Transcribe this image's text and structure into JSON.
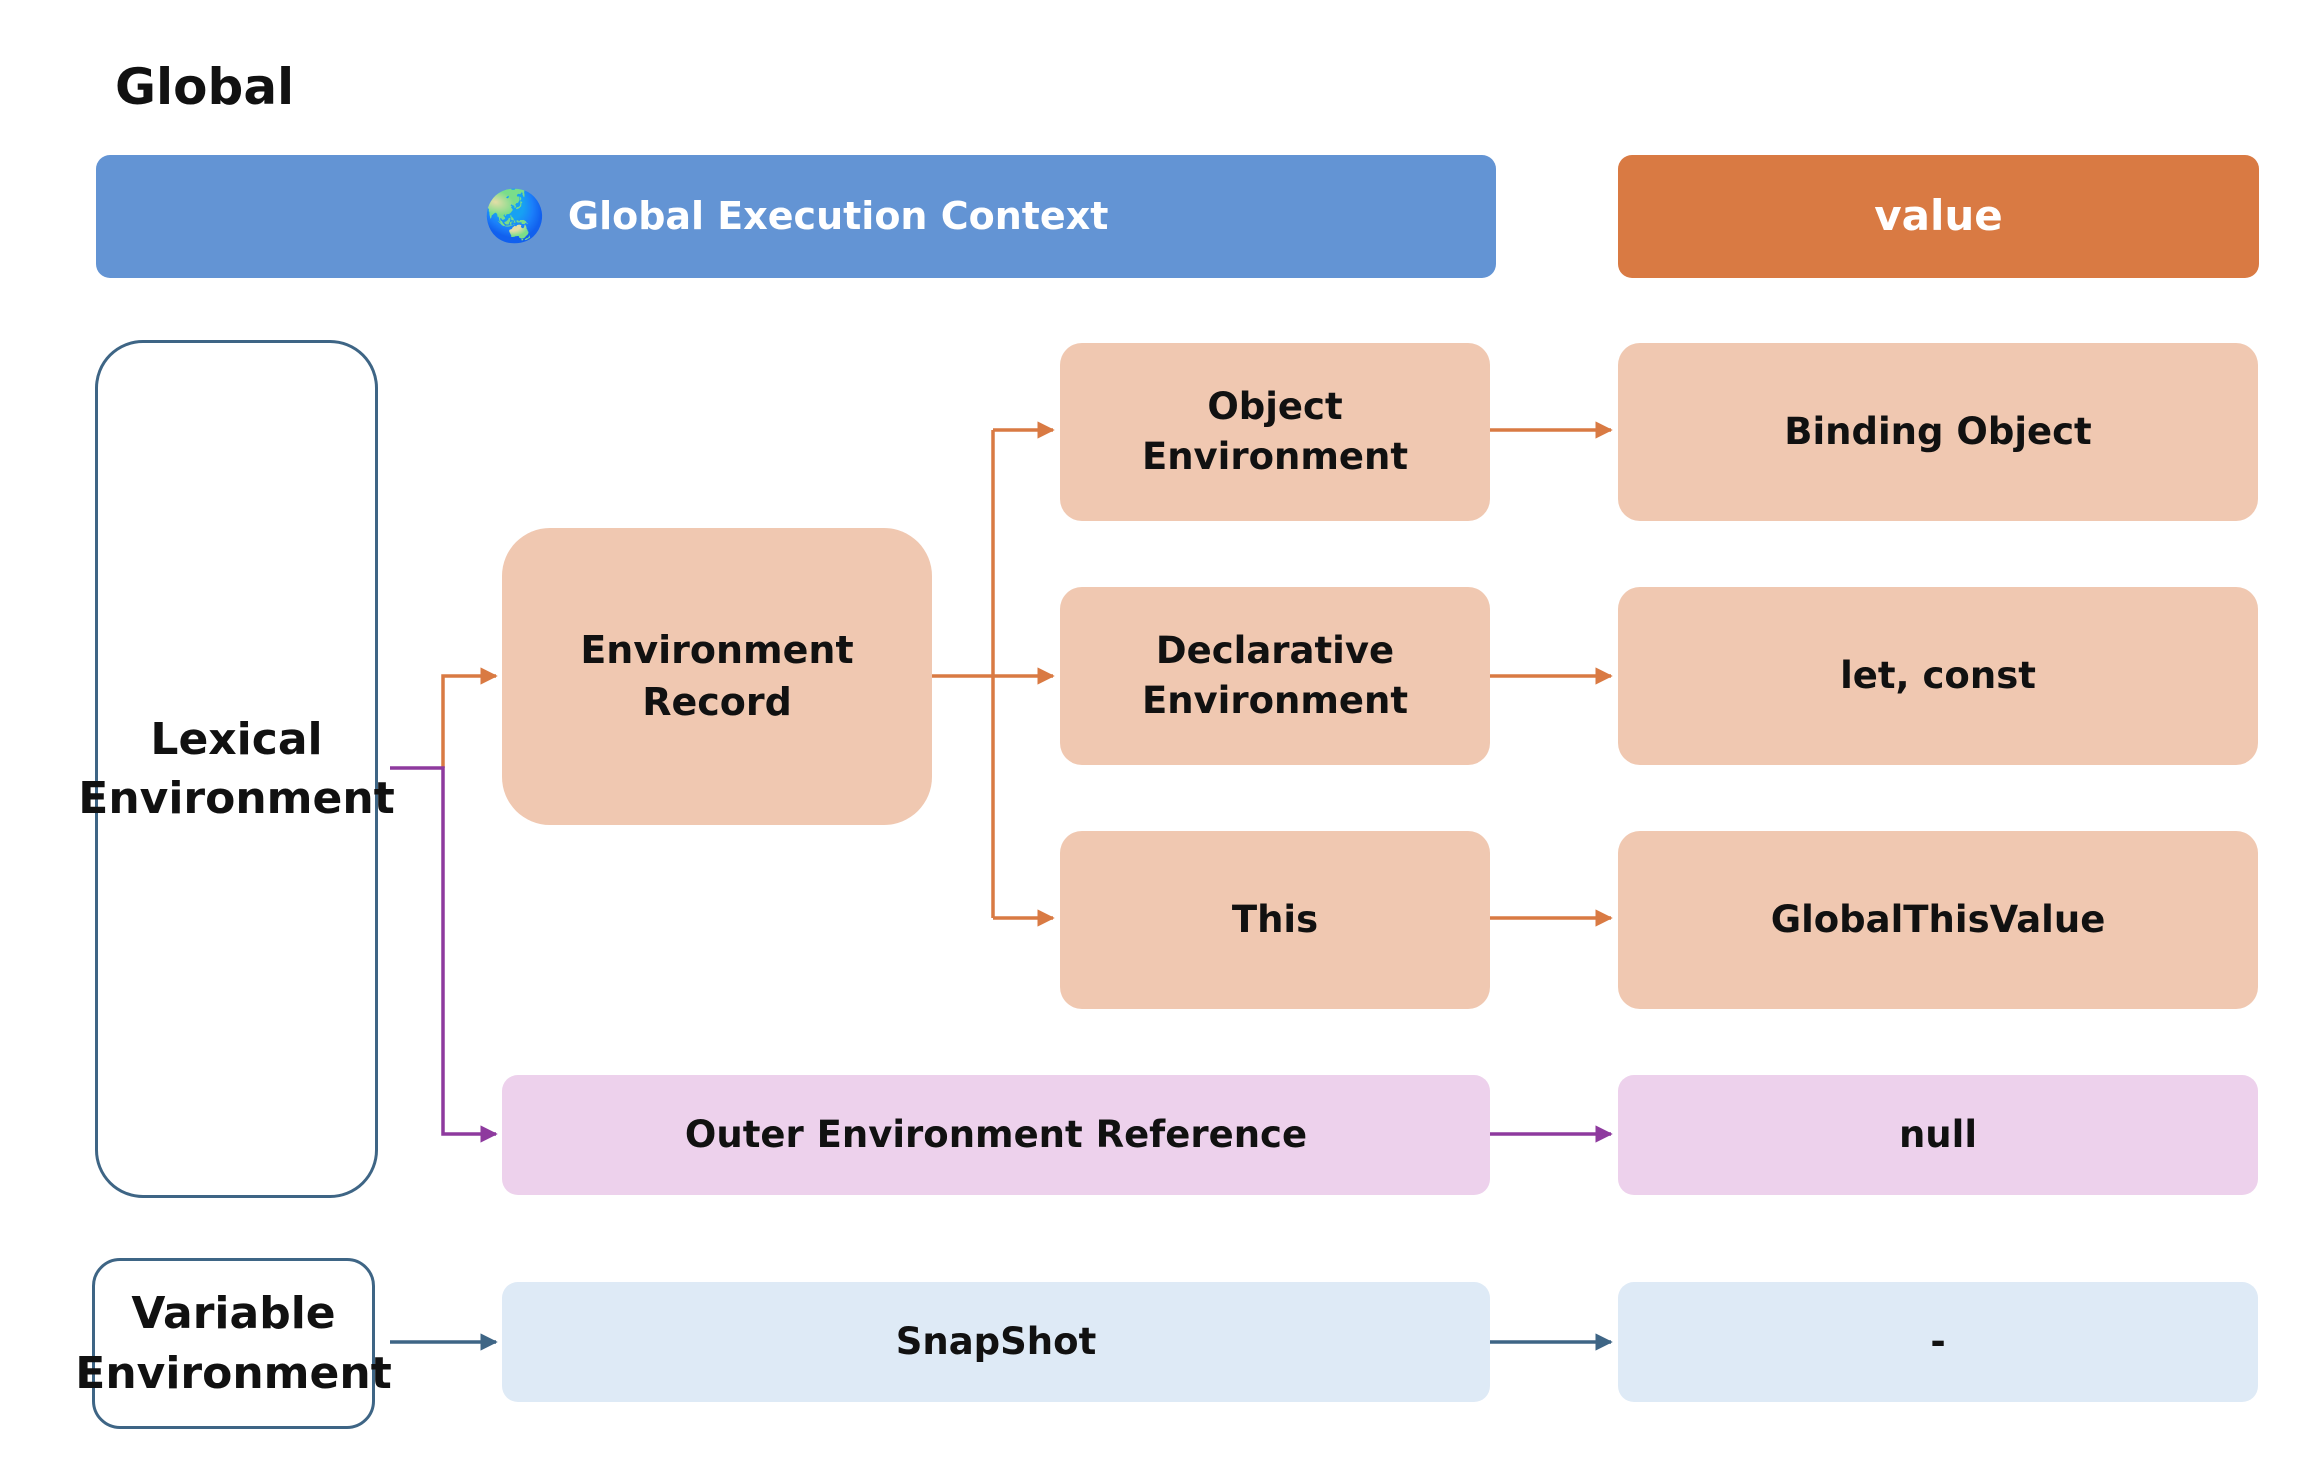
{
  "title": "Global",
  "header": {
    "context_icon": "globe-icon",
    "context_label": "Global Execution Context",
    "value_label": "value"
  },
  "lexical": {
    "line1": "Lexical",
    "line2": "Environment"
  },
  "variable": {
    "line1": "Variable",
    "line2": "Environment"
  },
  "env_record": {
    "line1": "Environment",
    "line2": "Record"
  },
  "object_env": {
    "line1": "Object",
    "line2": "Environment"
  },
  "declarative_env": {
    "line1": "Declarative",
    "line2": "Environment"
  },
  "this_label": "This",
  "outer_ref": "Outer Environment Reference",
  "snapshot": "SnapShot",
  "values": {
    "binding_object": "Binding Object",
    "let_const": "let, const",
    "global_this": "GlobalThisValue",
    "null": "null",
    "dash": "-"
  },
  "colors": {
    "header_blue": "#6394d4",
    "header_orange": "#d97a43",
    "peach": "#f0c8b1",
    "pink": "#edd1ec",
    "light_blue": "#deeaf6",
    "border_navy": "#3e6585",
    "arrow_orange": "#d97a43",
    "arrow_purple": "#8e3a9e",
    "arrow_navy": "#3e6585"
  }
}
